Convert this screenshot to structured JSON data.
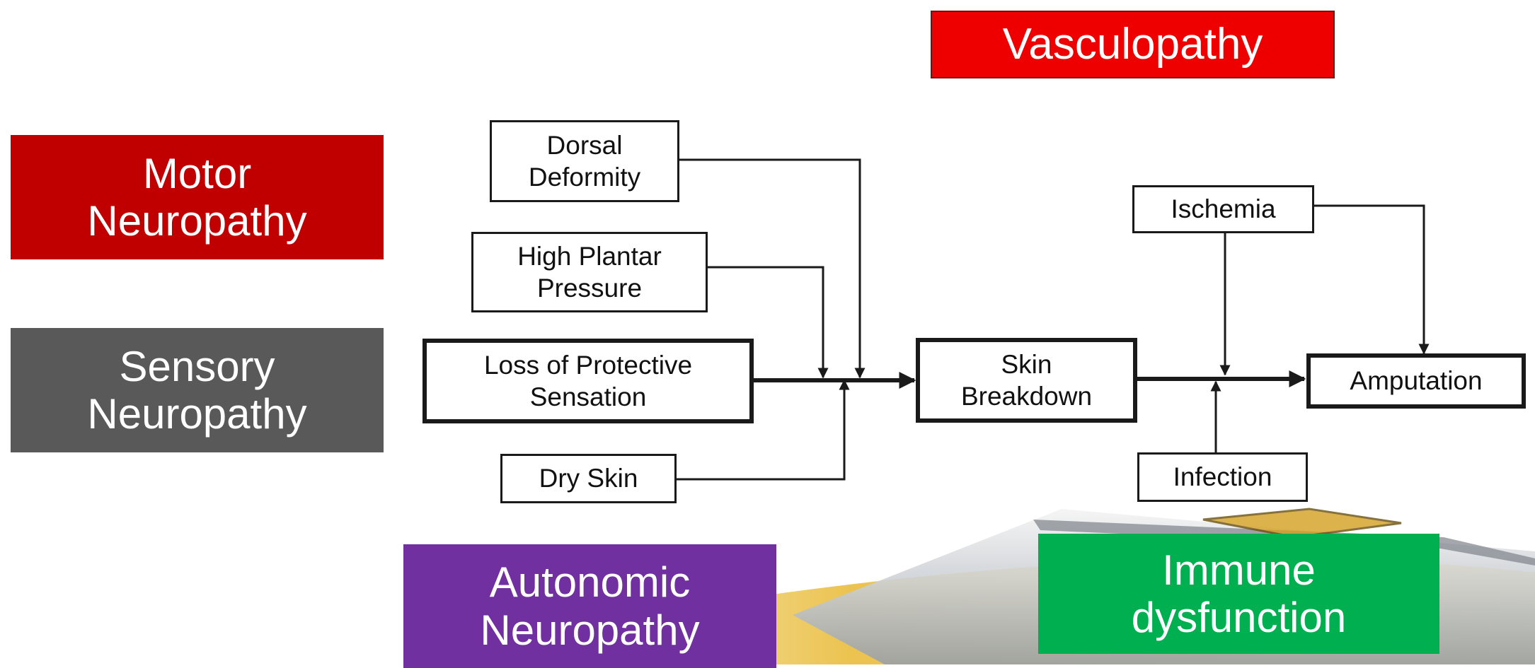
{
  "categories": {
    "vasculopathy": "Vasculopathy",
    "motor": {
      "line1": "Motor",
      "line2": "Neuropathy"
    },
    "sensory": {
      "line1": "Sensory",
      "line2": "Neuropathy"
    },
    "autonomic": {
      "line1": "Autonomic",
      "line2": "Neuropathy"
    },
    "immune": {
      "line1": "Immune",
      "line2": "dysfunction"
    }
  },
  "nodes": {
    "dorsal_deformity": {
      "line1": "Dorsal",
      "line2": "Deformity"
    },
    "high_plantar_pressure": {
      "line1": "High Plantar",
      "line2": "Pressure"
    },
    "loss_of_protective_sensation": {
      "line1": "Loss of Protective",
      "line2": "Sensation"
    },
    "dry_skin": "Dry Skin",
    "skin_breakdown": {
      "line1": "Skin",
      "line2": "Breakdown"
    },
    "ischemia": "Ischemia",
    "infection": "Infection",
    "amputation": "Amputation"
  },
  "colors": {
    "vasculopathy": "#ee0000",
    "motor": "#c00000",
    "sensory": "#595959",
    "autonomic": "#7030a0",
    "immune": "#00b050"
  }
}
